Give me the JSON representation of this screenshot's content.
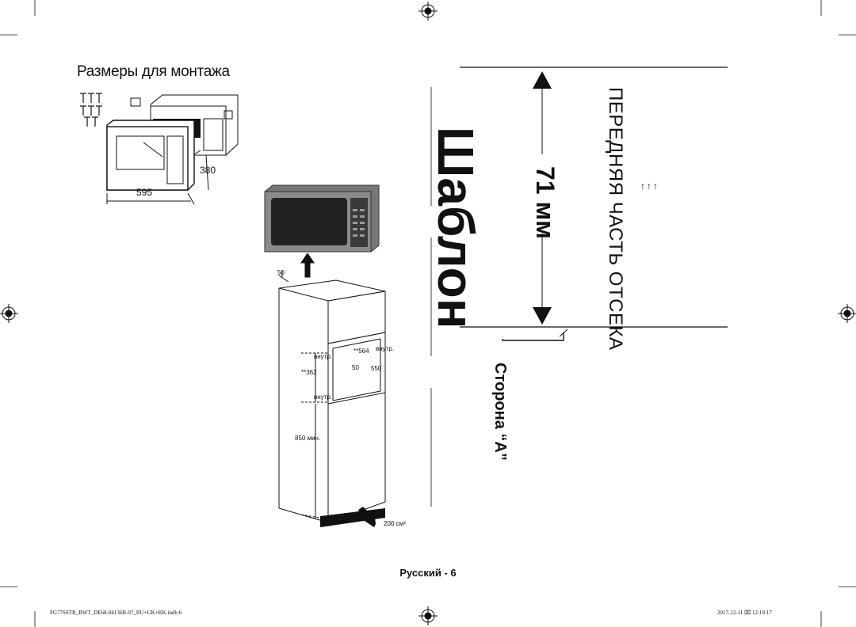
{
  "title": "Размеры для монтажа",
  "template": {
    "word": "Шаблон",
    "distance": "71 мм",
    "front_label": "ПЕРЕДНЯЯ ЧАСТЬ ОТСЕКА",
    "side_label": "Сторона “A”",
    "arrows_glyph": "↑↑↑"
  },
  "mount_diagram": {
    "width": "595",
    "height": "380"
  },
  "cabinet": {
    "dim_50_top": "50",
    "inner_1": "внутр.",
    "dim_564": "**564",
    "inner_2": "внутр.",
    "dim_50_mid": "50",
    "dim_550": "550",
    "dim_362": "**362",
    "inner_3": "внутр.",
    "dim_850": "850 мин.",
    "area": "200 см²"
  },
  "footer": {
    "page": "Русский - 6",
    "file": "FG77SSTR_BWT_DE68-04136B-07_RU+UK+KK.indb   6",
    "date": "2017-12-11   ⌧ 12:19:17"
  },
  "colors": {
    "ink": "#111111",
    "panel": "#2a2a2a",
    "screen": "#4a4a4a"
  }
}
